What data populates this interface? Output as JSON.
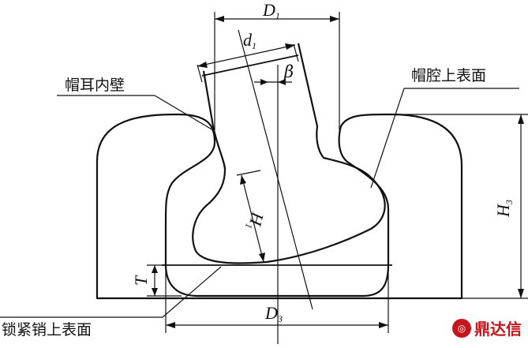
{
  "labels": {
    "inner_wall": "帽耳内壁",
    "cavity_surface": "帽腔上表面",
    "pin_surface": "锁紧销上表面"
  },
  "dims": {
    "D1": {
      "main": "D",
      "sub": "1"
    },
    "d1": {
      "main": "d",
      "sub": "1"
    },
    "beta": "β",
    "H1": {
      "main": "H",
      "sub": "1"
    },
    "H3": {
      "main": "H",
      "sub": "3"
    },
    "T": "T",
    "D3": {
      "main": "D",
      "sub": "3"
    }
  },
  "watermark": {
    "icon": "logo-icon",
    "text": "鼎达信"
  },
  "colors": {
    "line": "#111111",
    "watermark": "#c4161c"
  }
}
